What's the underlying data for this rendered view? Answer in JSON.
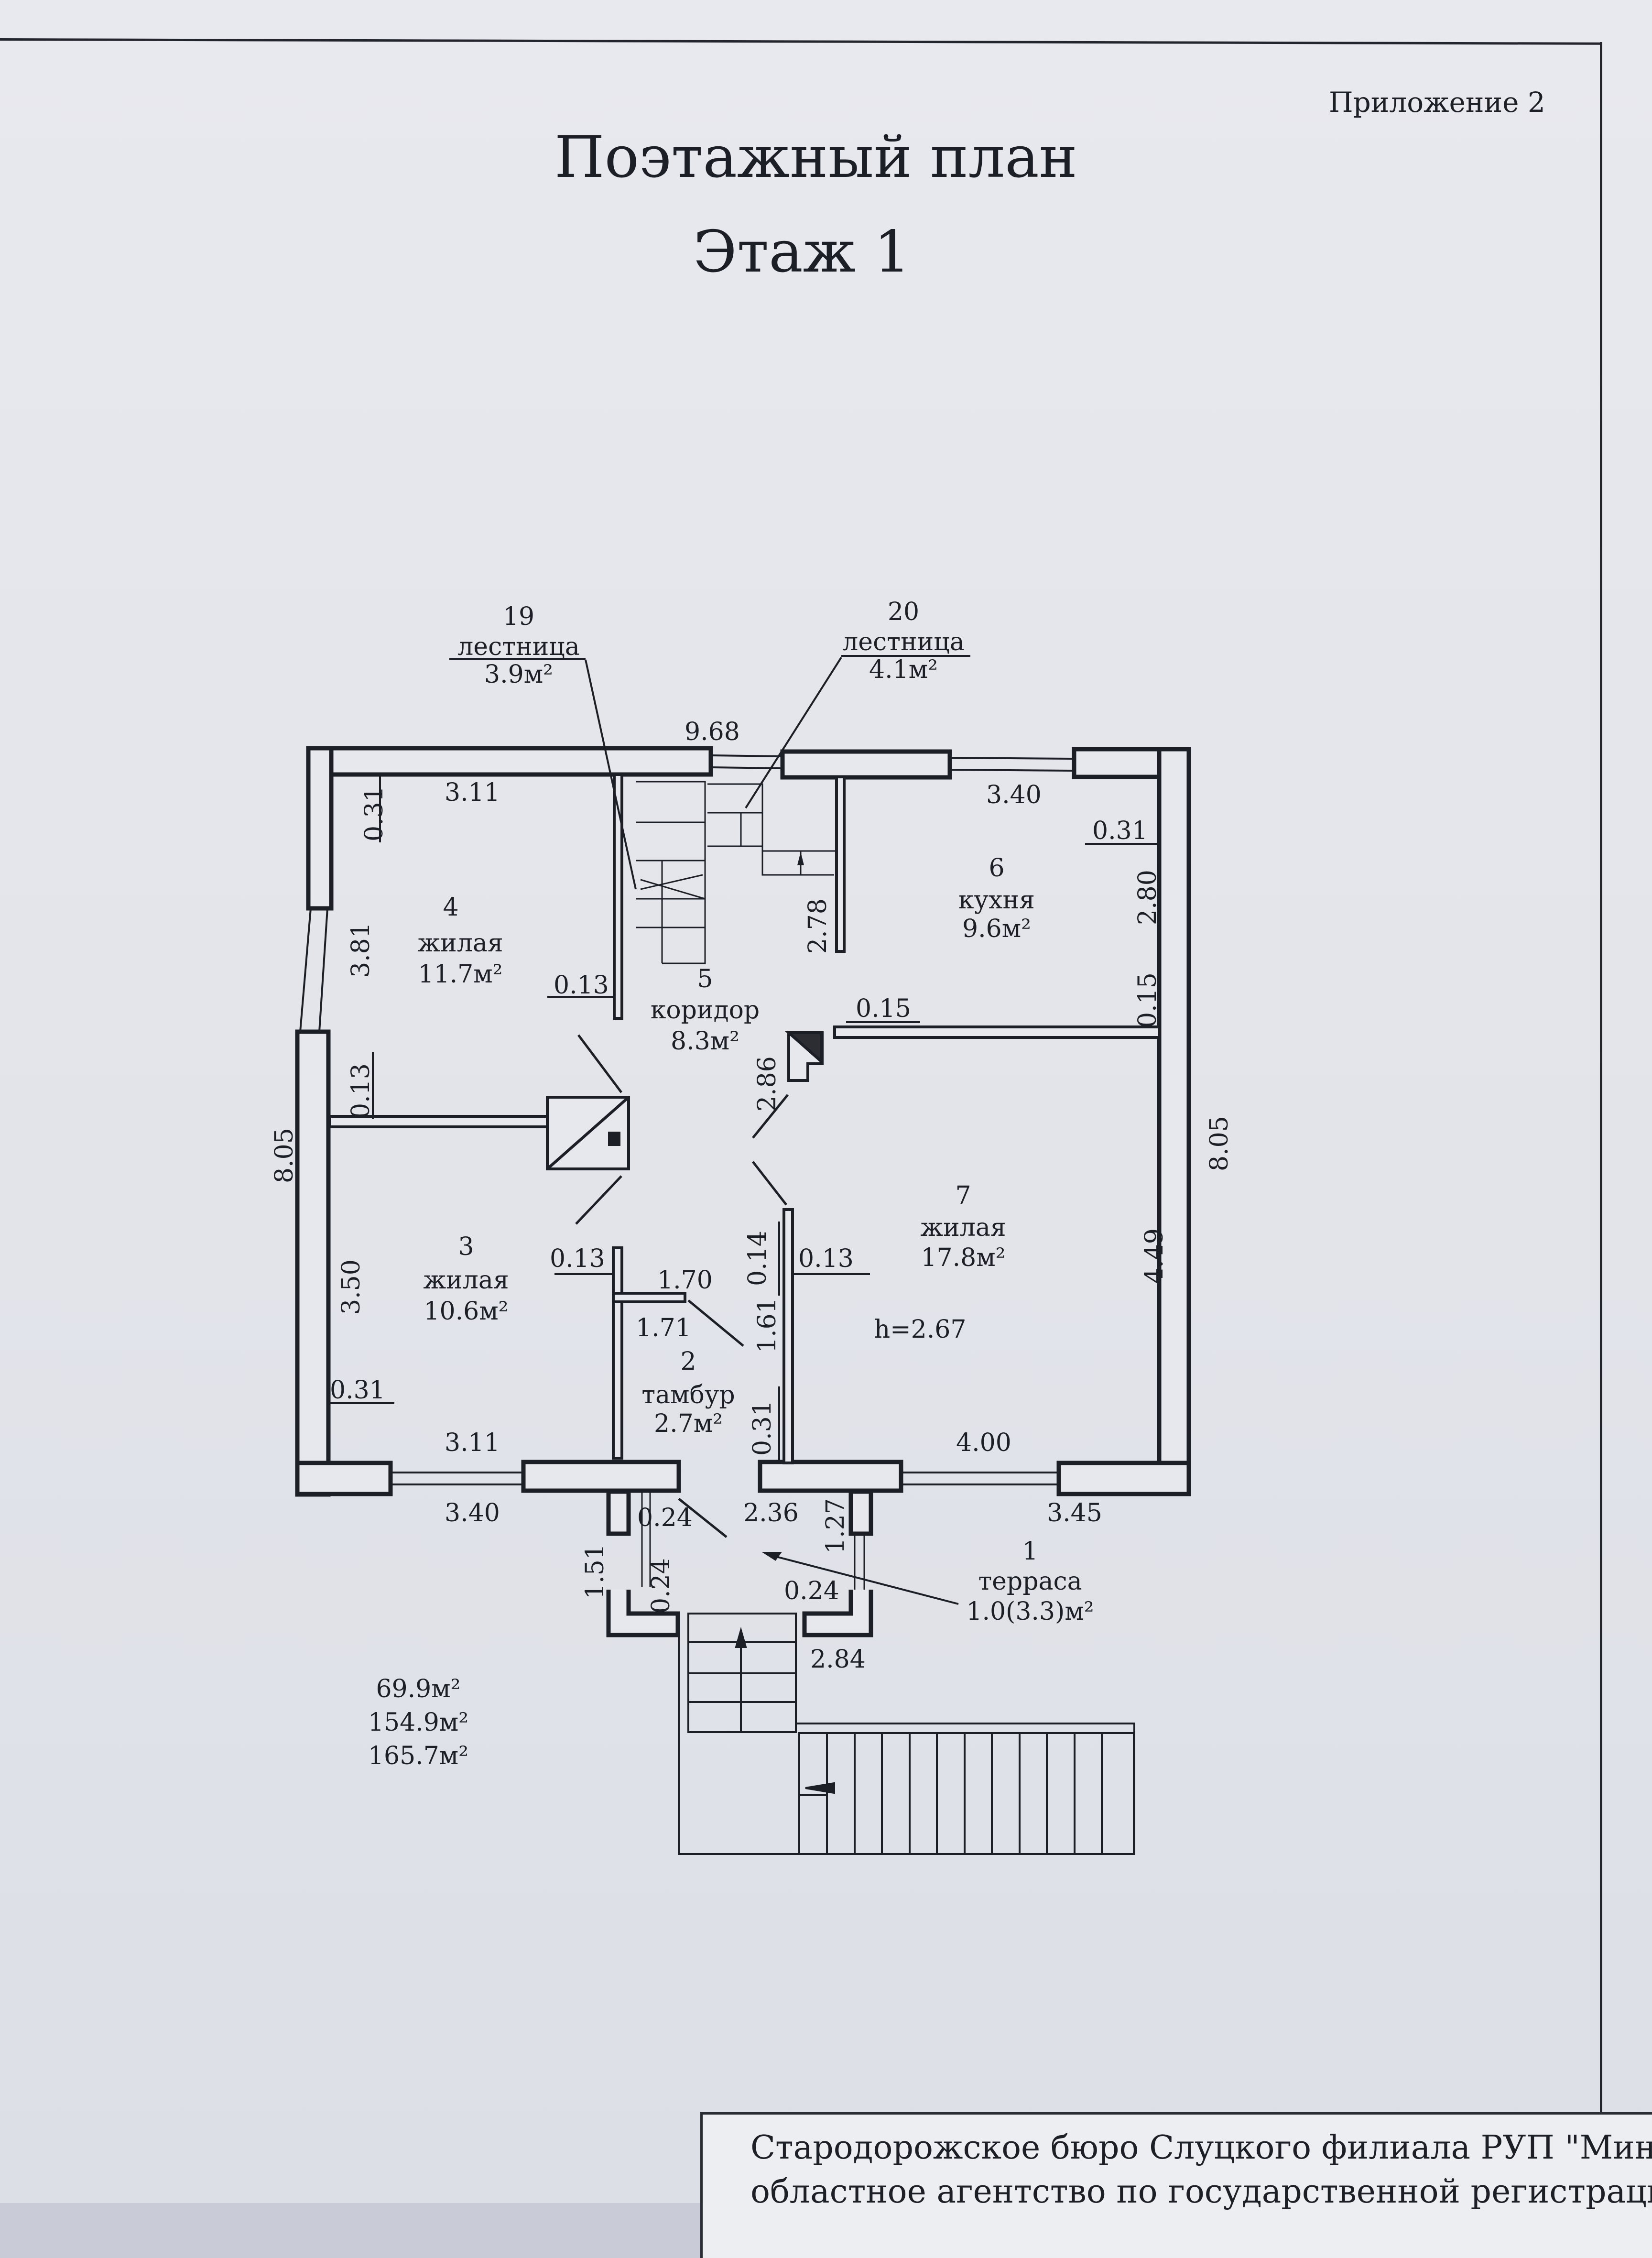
{
  "header": {
    "appendix": "Приложение 2",
    "title": "Поэтажный план",
    "floor": "Этаж 1"
  },
  "rooms": [
    {
      "num": "1",
      "name": "терраса",
      "area": "1.0(3.3)м²"
    },
    {
      "num": "2",
      "name": "тамбур",
      "area": "2.7м²"
    },
    {
      "num": "3",
      "name": "жилая",
      "area": "10.6м²"
    },
    {
      "num": "4",
      "name": "жилая",
      "area": "11.7м²"
    },
    {
      "num": "5",
      "name": "коридор",
      "area": "8.3м²"
    },
    {
      "num": "6",
      "name": "кухня",
      "area": "9.6м²"
    },
    {
      "num": "7",
      "name": "жилая",
      "area": "17.8м²"
    },
    {
      "num": "19",
      "name": "лестница",
      "area": "3.9м²"
    },
    {
      "num": "20",
      "name": "лестница",
      "area": "4.1м²"
    }
  ],
  "ceiling_height": "h=2.67",
  "dimensions": {
    "top_total": "9.68",
    "room4_width": "3.11",
    "room4_wall": "0.31",
    "room4_height": "3.81",
    "partition_4_5": "0.13",
    "kitchen_width": "3.40",
    "kitchen_wall": "0.31",
    "kitchen_height": "2.80",
    "kitchen_partition": "0.15",
    "corridor_partition": "0.15",
    "stair_length": "2.78",
    "corridor_height": "2.86",
    "left_total": "8.05",
    "right_total": "8.05",
    "partition_3_4": "0.13",
    "room3_height": "3.50",
    "room3_wall": "0.31",
    "room3_width": "3.11",
    "partition_3_2": "0.13",
    "vestibule_width": "1.70",
    "vestibule_inner": "1.71",
    "vestibule_partition": "0.14",
    "vestibule_height": "1.61",
    "vestibule_wall": "0.31",
    "partition_2_7": "0.13",
    "room7_height": "4.49",
    "room7_width": "4.00",
    "bottom_left": "3.40",
    "bottom_right": "3.45",
    "entry_width": "2.36",
    "terrace_wall_a": "0.24",
    "terrace_wall_b": "0.24",
    "terrace_wall_c": "0.24",
    "terrace_depth": "1.51",
    "terrace_side": "1.27",
    "terrace_width": "2.84"
  },
  "totals": [
    "69.9м²",
    "154.9м²",
    "165.7м²"
  ],
  "stamp": {
    "line1": "Стародорожское бюро Слуцкого филиала РУП \"Минское",
    "line2": "областное агентство по государственной регистрации"
  }
}
